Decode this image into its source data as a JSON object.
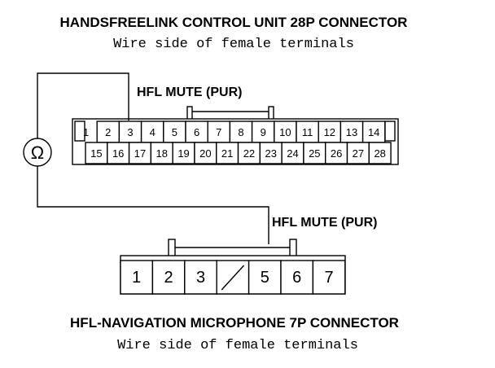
{
  "top_connector": {
    "title": "HANDSFREELINK CONTROL UNIT 28P CONNECTOR",
    "subtitle": "Wire side of female terminals",
    "label": "HFL MUTE (PUR)",
    "row1": [
      "1",
      "2",
      "3",
      "4",
      "5",
      "6",
      "7",
      "8",
      "9",
      "10",
      "11",
      "12",
      "13",
      "14"
    ],
    "row2": [
      "15",
      "16",
      "17",
      "18",
      "19",
      "20",
      "21",
      "22",
      "23",
      "24",
      "25",
      "26",
      "27",
      "28"
    ]
  },
  "bottom_connector": {
    "title": "HFL-NAVIGATION MICROPHONE 7P CONNECTOR",
    "subtitle": "Wire side of female terminals",
    "label": "HFL MUTE (PUR)",
    "pins": [
      "1",
      "2",
      "3",
      "",
      "5",
      "6",
      "7"
    ]
  },
  "meter": {
    "symbol": "Ω"
  }
}
